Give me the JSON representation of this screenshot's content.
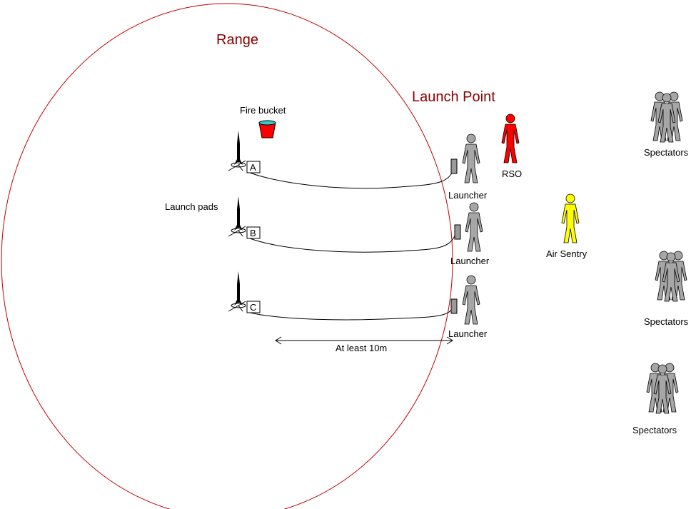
{
  "diagram": {
    "range_label": "Range",
    "launch_point_label": "Launch Point",
    "fire_bucket_label": "Fire bucket",
    "launch_pads_label": "Launch pads",
    "pads": [
      "A",
      "B",
      "C"
    ],
    "launcher_label": "Launcher",
    "rso_label": "RSO",
    "air_sentry_label": "Air Sentry",
    "spectators_label": "Spectators",
    "distance_label": "At least 10m"
  },
  "colors": {
    "range_circle": "#c00000",
    "range_text": "#8b0000",
    "person_grey": "#a6a6a6",
    "rso": "#ff0000",
    "air_sentry": "#ffff00",
    "bucket": "#ff0000",
    "water": "#33cccc"
  }
}
